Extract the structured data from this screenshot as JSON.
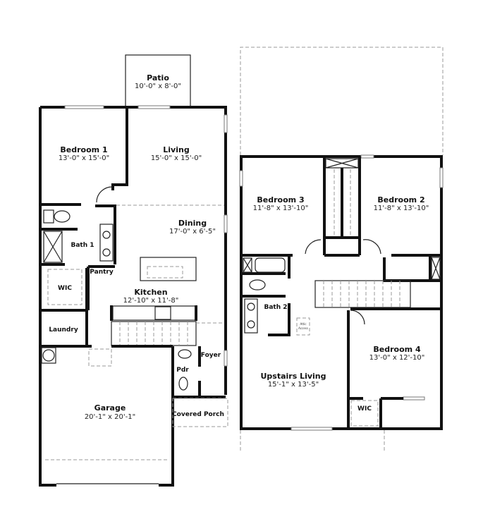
{
  "main_floor": {
    "rooms": [
      {
        "name": "Patio",
        "size": "10'-0\" x 8'-0\""
      },
      {
        "name": "Bedroom 1",
        "size": "13'-0\" x 15'-0\""
      },
      {
        "name": "Living",
        "size": "15'-0\" x 15'-0\""
      },
      {
        "name": "Dining",
        "size": "17'-0\" x 6'-5\""
      },
      {
        "name": "Kitchen",
        "size": "12'-10\" x 11'-8\""
      },
      {
        "name": "Garage",
        "size": "20'-1\" x 20'-1\""
      }
    ],
    "labels": [
      "Bath 1",
      "Pantry",
      "WIC",
      "Laundry",
      "Pdr",
      "Foyer",
      "Covered Porch"
    ]
  },
  "upper_floor": {
    "rooms": [
      {
        "name": "Bedroom 3",
        "size": "11'-8\" x 13'-10\""
      },
      {
        "name": "Bedroom 2",
        "size": "11'-8\" x 13'-10\""
      },
      {
        "name": "Bedroom 4",
        "size": "13'-0\" x 12'-10\""
      },
      {
        "name": "Upstairs Living",
        "size": "15'-1\" x 13'-5\""
      }
    ],
    "labels": [
      "Bath 2",
      "WIC"
    ],
    "attic": [
      "Attic",
      "Access"
    ]
  }
}
